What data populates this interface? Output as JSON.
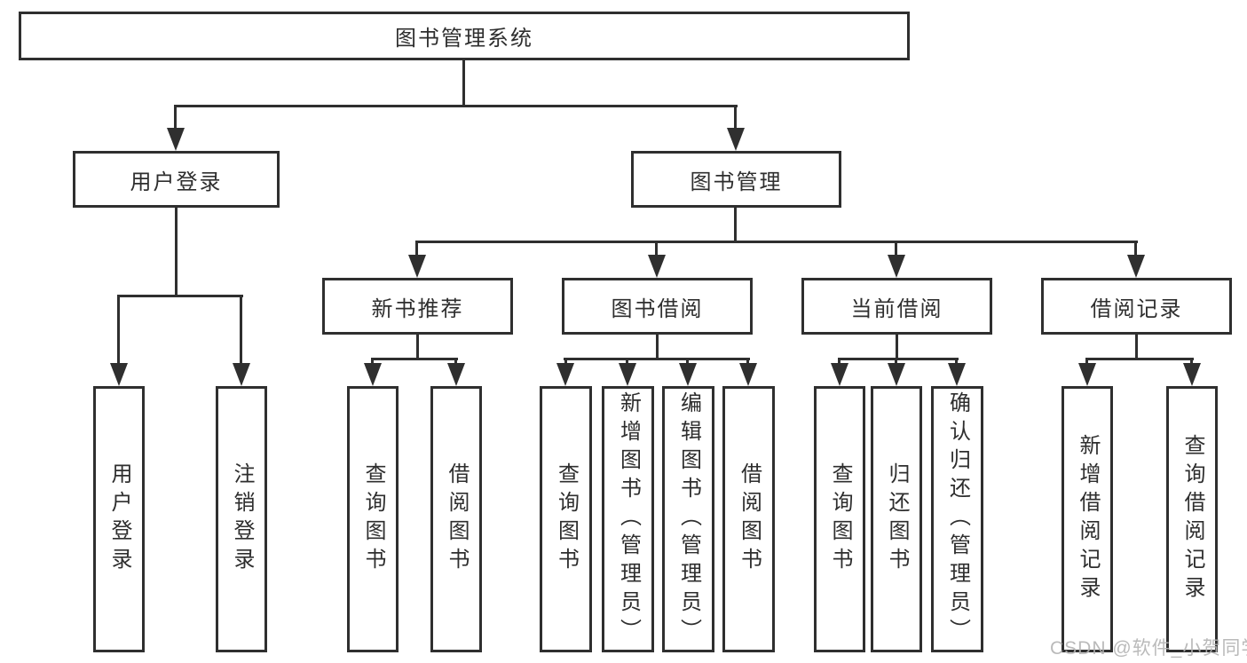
{
  "tree": {
    "label": "图书管理系统",
    "children": [
      {
        "label": "用户登录",
        "children": [
          {
            "label": "用户登录"
          },
          {
            "label": "注销登录"
          }
        ]
      },
      {
        "label": "图书管理",
        "children": [
          {
            "label": "新书推荐",
            "children": [
              {
                "label": "查询图书"
              },
              {
                "label": "借阅图书"
              }
            ]
          },
          {
            "label": "图书借阅",
            "children": [
              {
                "label": "查询图书"
              },
              {
                "label": "新增图书（管理员）"
              },
              {
                "label": "编辑图书（管理员）"
              },
              {
                "label": "借阅图书"
              }
            ]
          },
          {
            "label": "当前借阅",
            "children": [
              {
                "label": "查询图书"
              },
              {
                "label": "归还图书"
              },
              {
                "label": "确认归还（管理员）"
              }
            ]
          },
          {
            "label": "借阅记录",
            "children": [
              {
                "label": "新增借阅记录"
              },
              {
                "label": "查询借阅记录"
              }
            ]
          }
        ]
      }
    ]
  },
  "watermark": "CSDN @软件_小贺同学",
  "colors": {
    "line": "#2f2f2f",
    "box_fill": "#ffffff",
    "text": "#2e2e2e",
    "watermark": "#b2b2b2"
  }
}
